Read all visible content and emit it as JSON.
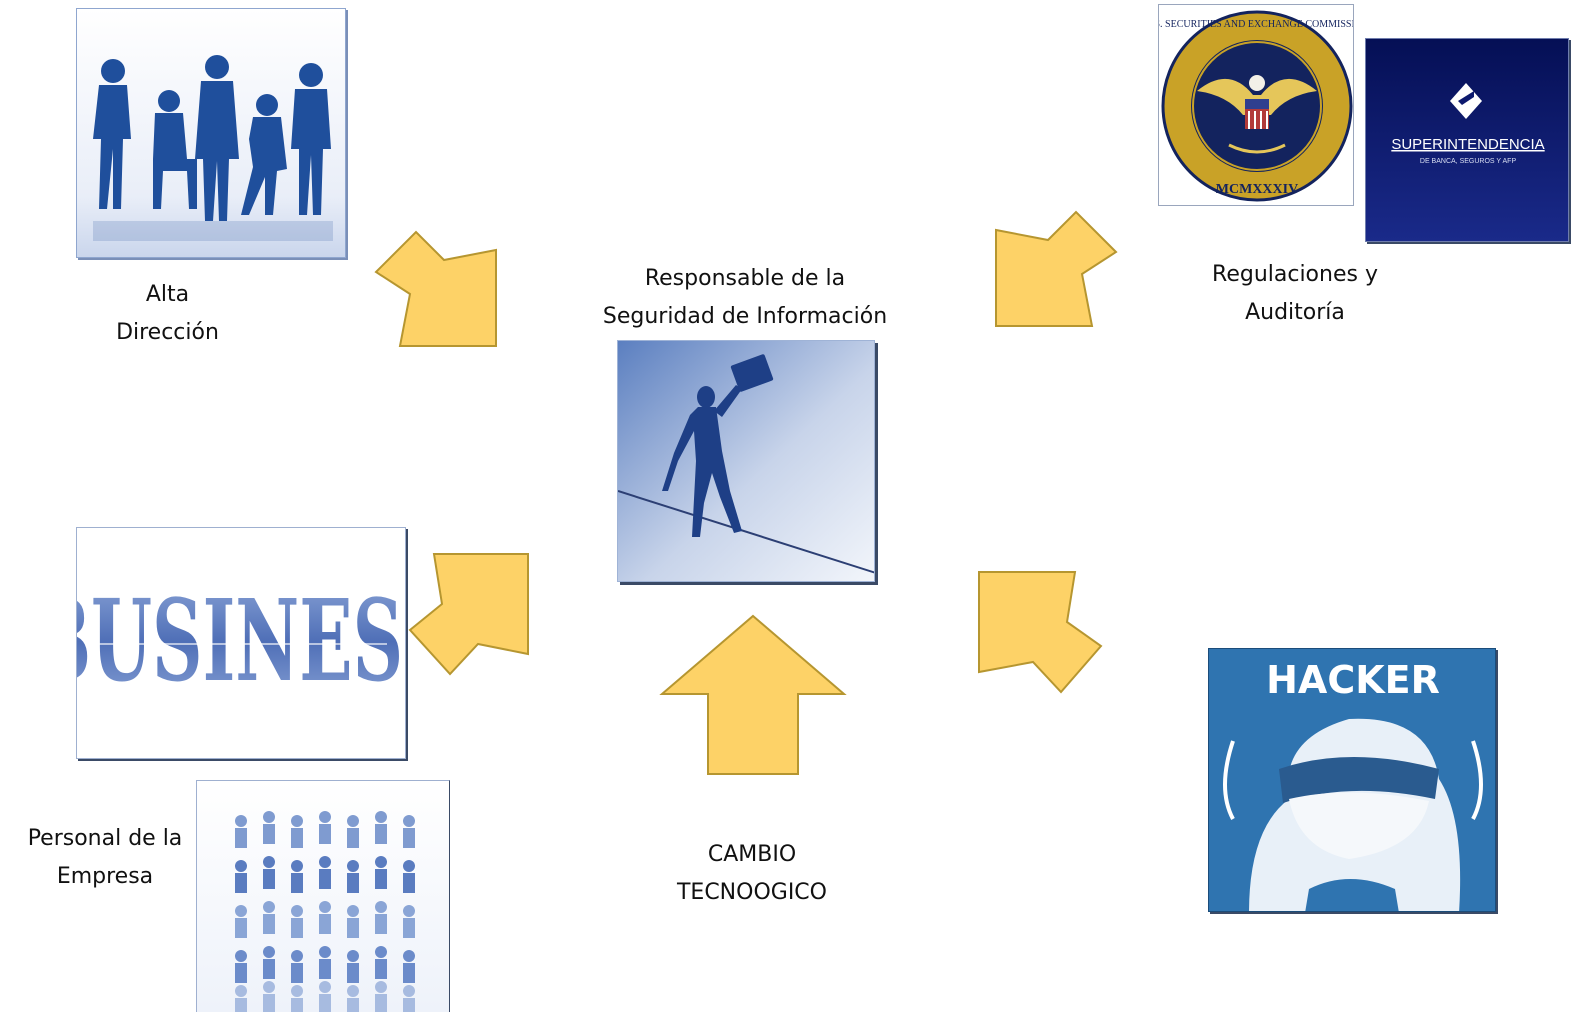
{
  "center": {
    "title_line1": "Responsable de la",
    "title_line2": "Seguridad de Información"
  },
  "nodes": {
    "alta": {
      "line1": "Alta",
      "line2": "Dirección"
    },
    "regulaciones": {
      "line1": "Regulaciones y",
      "line2": "Auditoría"
    },
    "personal": {
      "line1": "Personal de la",
      "line2": "Empresa"
    },
    "cambio": {
      "line1": "CAMBIO",
      "line2": "TECNOOGICO"
    }
  },
  "images": {
    "sec_seal": {
      "ring_text": "U.S. SECURITIES AND EXCHANGE COMMISSION",
      "year": "MCMXXXIV"
    },
    "superintendencia": {
      "name": "SUPERINTENDENCIA",
      "subtitle": "DE BANCA, SEGUROS Y AFP"
    },
    "business": {
      "word": "BUSINESS"
    },
    "hacker": {
      "word": "HACKER"
    }
  },
  "colors": {
    "arrow_fill": "#fdd267",
    "arrow_stroke": "#b69630",
    "silhouette_blue": "#1f4f9c",
    "hacker_bg": "#2f74b0",
    "seal_gold": "#c9a227",
    "seal_navy": "#13235e",
    "super_bg": "#0d1a6e"
  }
}
